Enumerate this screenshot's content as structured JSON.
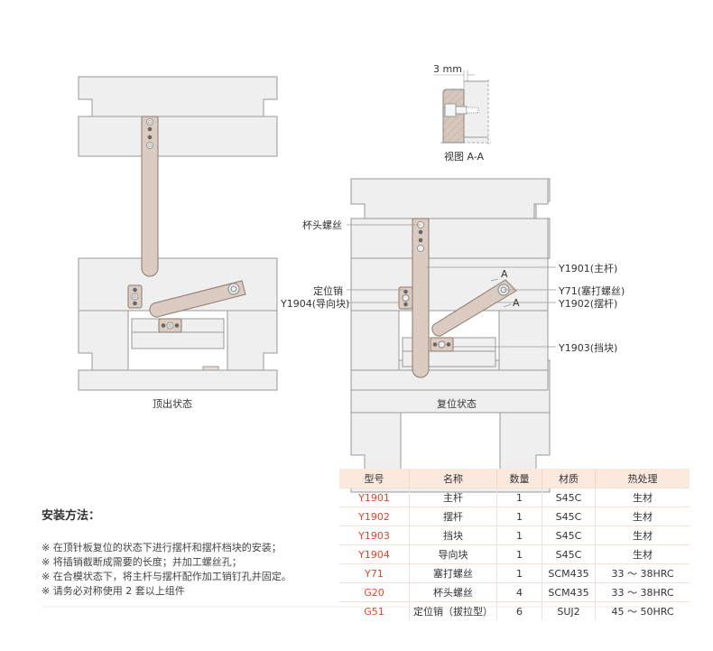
{
  "diagram": {
    "left_caption": "顶出状态",
    "right_caption": "复位状态",
    "section_caption": "视图 A-A",
    "dimension": "3 mm",
    "labels": {
      "screw": "杯头螺丝",
      "pin": "定位销",
      "guide": "Y1904(导向块)",
      "main_rod": "Y1901(主杆)",
      "shoulder_screw": "Y71(塞打螺丝)",
      "swing_arm": "Y1902(摆杆)",
      "stop_block": "Y1903(挡块)",
      "section_mark_1": "A",
      "section_mark_2": "A"
    }
  },
  "method": {
    "title": "安装方法：",
    "steps": [
      "※ 在顶针板复位的状态下进行摆杆和摆杆档块的安装；",
      "※ 将插销截断成需要的长度；并加工螺丝孔；",
      "※ 在合模状态下，将主杆与摆杆配作加工销钉孔并固定。",
      "※ 请务必对称使用 2 套以上组件"
    ]
  },
  "table": {
    "headers": [
      "型号",
      "名称",
      "数量",
      "材质",
      "热处理"
    ],
    "rows": [
      [
        "Y1901",
        "主杆",
        "1",
        "S45C",
        "生材"
      ],
      [
        "Y1902",
        "摆杆",
        "1",
        "S45C",
        "生材"
      ],
      [
        "Y1903",
        "挡块",
        "1",
        "S45C",
        "生材"
      ],
      [
        "Y1904",
        "导向块",
        "1",
        "S45C",
        "生材"
      ],
      [
        "Y71",
        "塞打螺丝",
        "1",
        "SCM435",
        "33 ～ 38HRC"
      ],
      [
        "G20",
        "杯头螺丝",
        "4",
        "SCM435",
        "33 ～ 38HRC"
      ],
      [
        "G51",
        "定位销（拔拉型）",
        "6",
        "SUJ2",
        "45 ～ 50HRC"
      ]
    ]
  },
  "colors": {
    "code": "#e5432a",
    "part": "#dccbc0",
    "plate": "#efefef",
    "header": "#fbe9de"
  }
}
